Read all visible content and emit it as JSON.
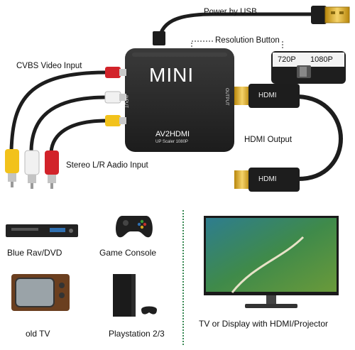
{
  "labels": {
    "power": "Power by USB",
    "resolution_button": "Resolution Button",
    "res_720": "720P",
    "res_1080": "1080P",
    "cvbs": "CVBS Video Input",
    "stereo": "Stereo L/R Aadio Input",
    "hdmi_output": "HDMI Output"
  },
  "box": {
    "title": "MINI",
    "model": "AV2HDMI",
    "subtitle": "UP Scaler 1080P",
    "input_side": "INPUT",
    "output_side": "OUTPUT"
  },
  "plugs": {
    "hdmi_top": "HDMI",
    "hdmi_bottom": "HDMI"
  },
  "devices": {
    "dvd": "Blue Rav/DVD",
    "console": "Game Console",
    "tv": "old TV",
    "playstation": "Playstation 2/3",
    "display": "TV or Display with HDMI/Projector"
  },
  "colors": {
    "yellow_plug": "#f2c21b",
    "red_plug": "#d2232a",
    "white_plug": "#f1f1f1",
    "box_body": "#2b2b2b",
    "usb_gold": "#e6b423",
    "divider_green": "#3a8a55"
  }
}
